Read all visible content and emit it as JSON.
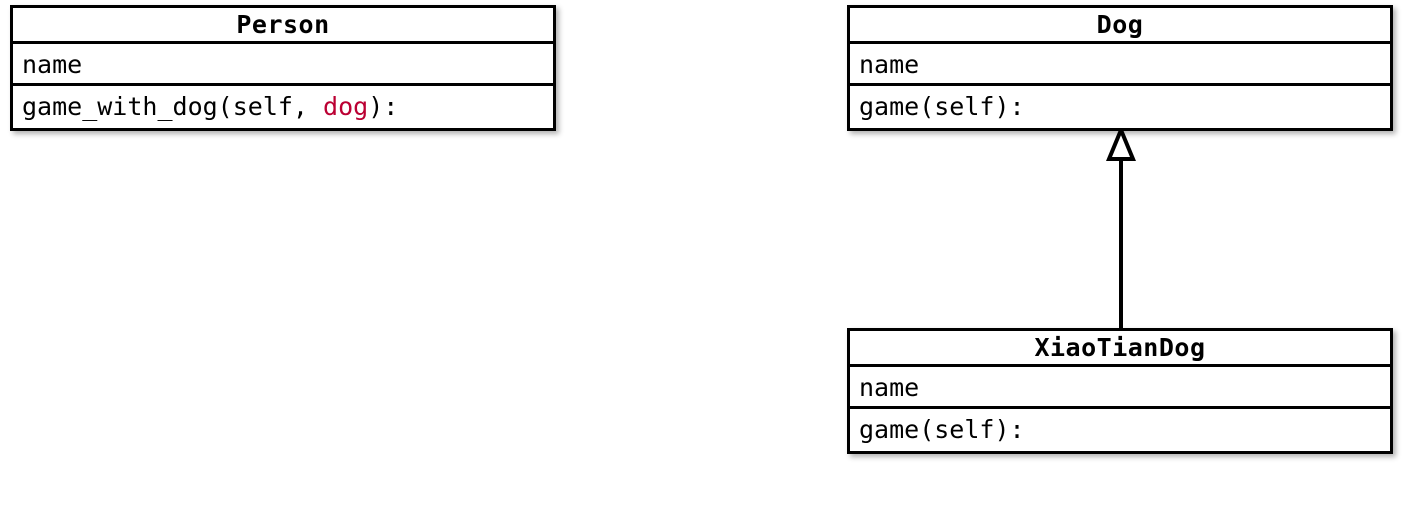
{
  "diagram": {
    "type": "uml-class-diagram",
    "background_color": "#ffffff",
    "border_color": "#000000",
    "accent_color": "#bb0033",
    "classes": [
      {
        "id": "person",
        "name": "Person",
        "attributes": [
          "name"
        ],
        "methods": [
          {
            "signature": "game_with_dog(self, dog):",
            "parts": [
              {
                "text": "game_with_dog(self, ",
                "accent": false
              },
              {
                "text": "dog",
                "accent": true
              },
              {
                "text": "):",
                "accent": false
              }
            ]
          }
        ]
      },
      {
        "id": "dog",
        "name": "Dog",
        "attributes": [
          "name"
        ],
        "methods": [
          {
            "signature": "game(self):",
            "parts": [
              {
                "text": "game(self):",
                "accent": false
              }
            ]
          }
        ]
      },
      {
        "id": "xiaotiandog",
        "name": "XiaoTianDog",
        "attributes": [
          "name"
        ],
        "methods": [
          {
            "signature": "game(self):",
            "parts": [
              {
                "text": "game(self):",
                "accent": false
              }
            ]
          }
        ]
      }
    ],
    "relationships": [
      {
        "id": "xiaotiandog-inherits-dog",
        "kind": "generalization",
        "label": "",
        "source": "XiaoTianDog",
        "target": "Dog",
        "arrow": "hollow-triangle",
        "line": "solid"
      }
    ]
  }
}
